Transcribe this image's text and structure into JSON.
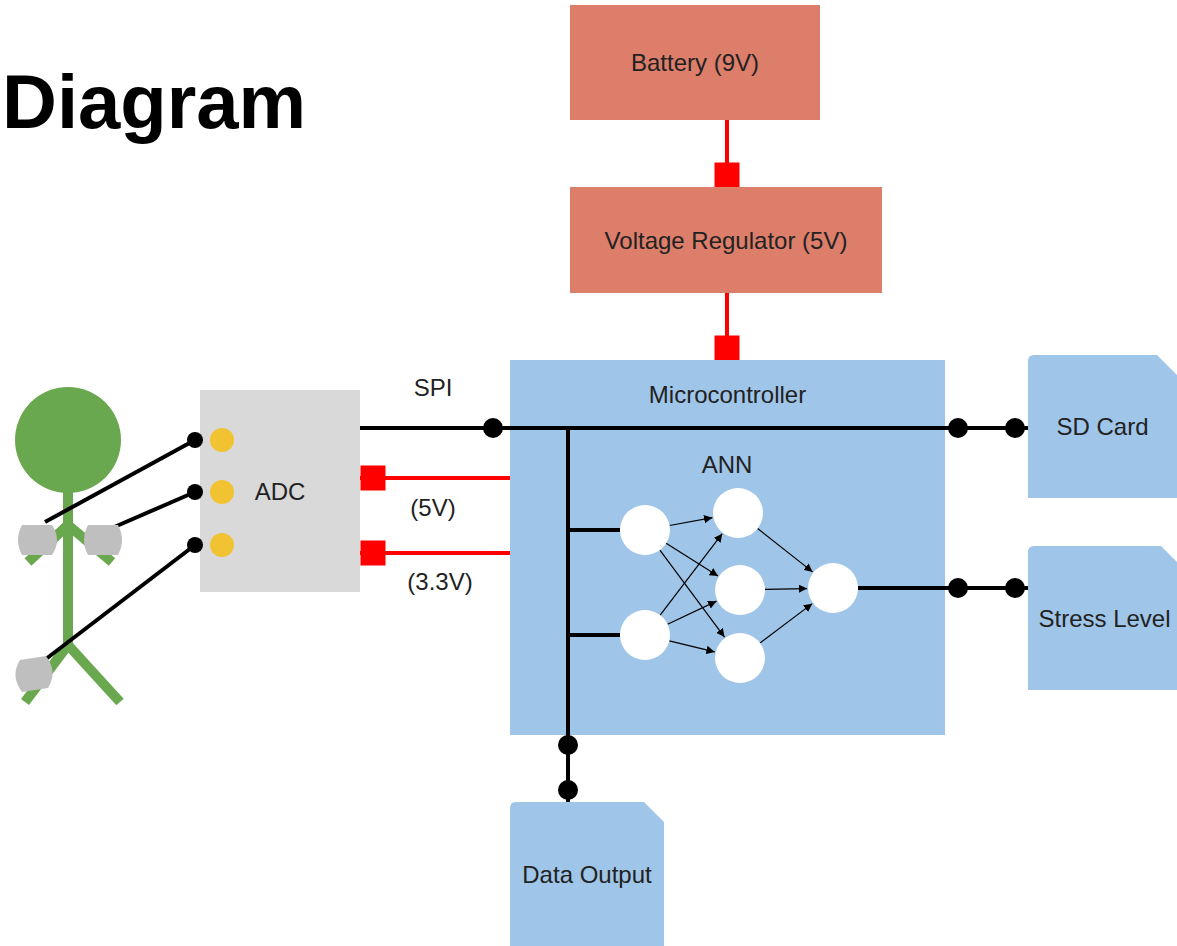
{
  "diagram": {
    "title": "Diagram",
    "nodes": [
      {
        "text": [
          "Battery (9V)"
        ]
      },
      {
        "text": [
          "Voltage Regulator (5V)"
        ]
      },
      {
        "text": [
          "Microcontroller"
        ]
      },
      {
        "text": [
          "ADC"
        ]
      },
      {
        "text": [
          "SD Card"
        ]
      },
      {
        "text": [
          "Stress Level"
        ]
      },
      {
        "text": [
          "Data Output"
        ]
      }
    ],
    "edges": [
      {
        "from": 0,
        "to": 1,
        "arrow": "none"
      },
      {
        "from": 1,
        "to": 2,
        "arrow": "none"
      },
      {
        "from": 3,
        "to": 2,
        "arrow": "none"
      },
      {
        "from": 2,
        "to": 3,
        "arrow": "none"
      },
      {
        "from": 2,
        "to": 3,
        "arrow": "none"
      },
      {
        "from": 2,
        "to": 4,
        "arrow": "none"
      },
      {
        "from": 2,
        "to": 5,
        "arrow": "none"
      },
      {
        "from": 2,
        "to": 6,
        "arrow": "none"
      }
    ],
    "labels": [
      "SPI",
      "(5V)",
      "(3.3V)",
      "ANN"
    ]
  }
}
